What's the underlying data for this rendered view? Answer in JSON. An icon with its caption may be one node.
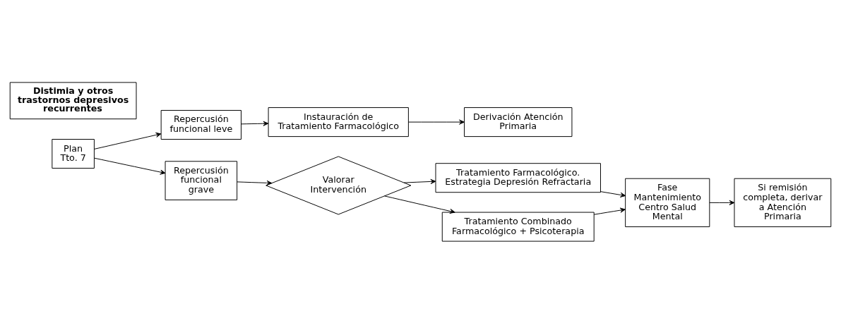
{
  "diagram": {
    "nodes": [
      {
        "text": [
          "Distimia y otros trastornos depresivos recurrentes"
        ]
      },
      {
        "text": [
          "Plan Tto. 7"
        ]
      },
      {
        "text": [
          "Repercusión funcional leve"
        ]
      },
      {
        "text": [
          "Instauración de Tratamiento Farmacológico"
        ]
      },
      {
        "text": [
          "Derivación Atención Primaria"
        ]
      },
      {
        "text": [
          "Repercusión funcional grave"
        ]
      },
      {
        "text": [
          "Valorar Intervención"
        ]
      },
      {
        "text": [
          "Tratamiento Farmacológico. Estrategia Depresión Refractaria"
        ]
      },
      {
        "text": [
          "Tratamiento Combinado Farmacológico + Psicoterapia"
        ]
      },
      {
        "text": [
          "Fase Mantenimiento Centro Salud Mental"
        ]
      },
      {
        "text": [
          "Si remisión completa, derivar a Atención Primaria"
        ]
      }
    ],
    "edges": [
      {
        "from": 1,
        "to": 2,
        "arrow": "to"
      },
      {
        "from": 1,
        "to": 5,
        "arrow": "to"
      },
      {
        "from": 2,
        "to": 3,
        "arrow": "to"
      },
      {
        "from": 3,
        "to": 4,
        "arrow": "to"
      },
      {
        "from": 5,
        "to": 6,
        "arrow": "to"
      },
      {
        "from": 6,
        "to": 7,
        "arrow": "to"
      },
      {
        "from": 6,
        "to": 8,
        "arrow": "to"
      },
      {
        "from": 7,
        "to": 9,
        "arrow": "to"
      },
      {
        "from": 8,
        "to": 9,
        "arrow": "to"
      },
      {
        "from": 9,
        "to": 10,
        "arrow": "to"
      }
    ]
  }
}
